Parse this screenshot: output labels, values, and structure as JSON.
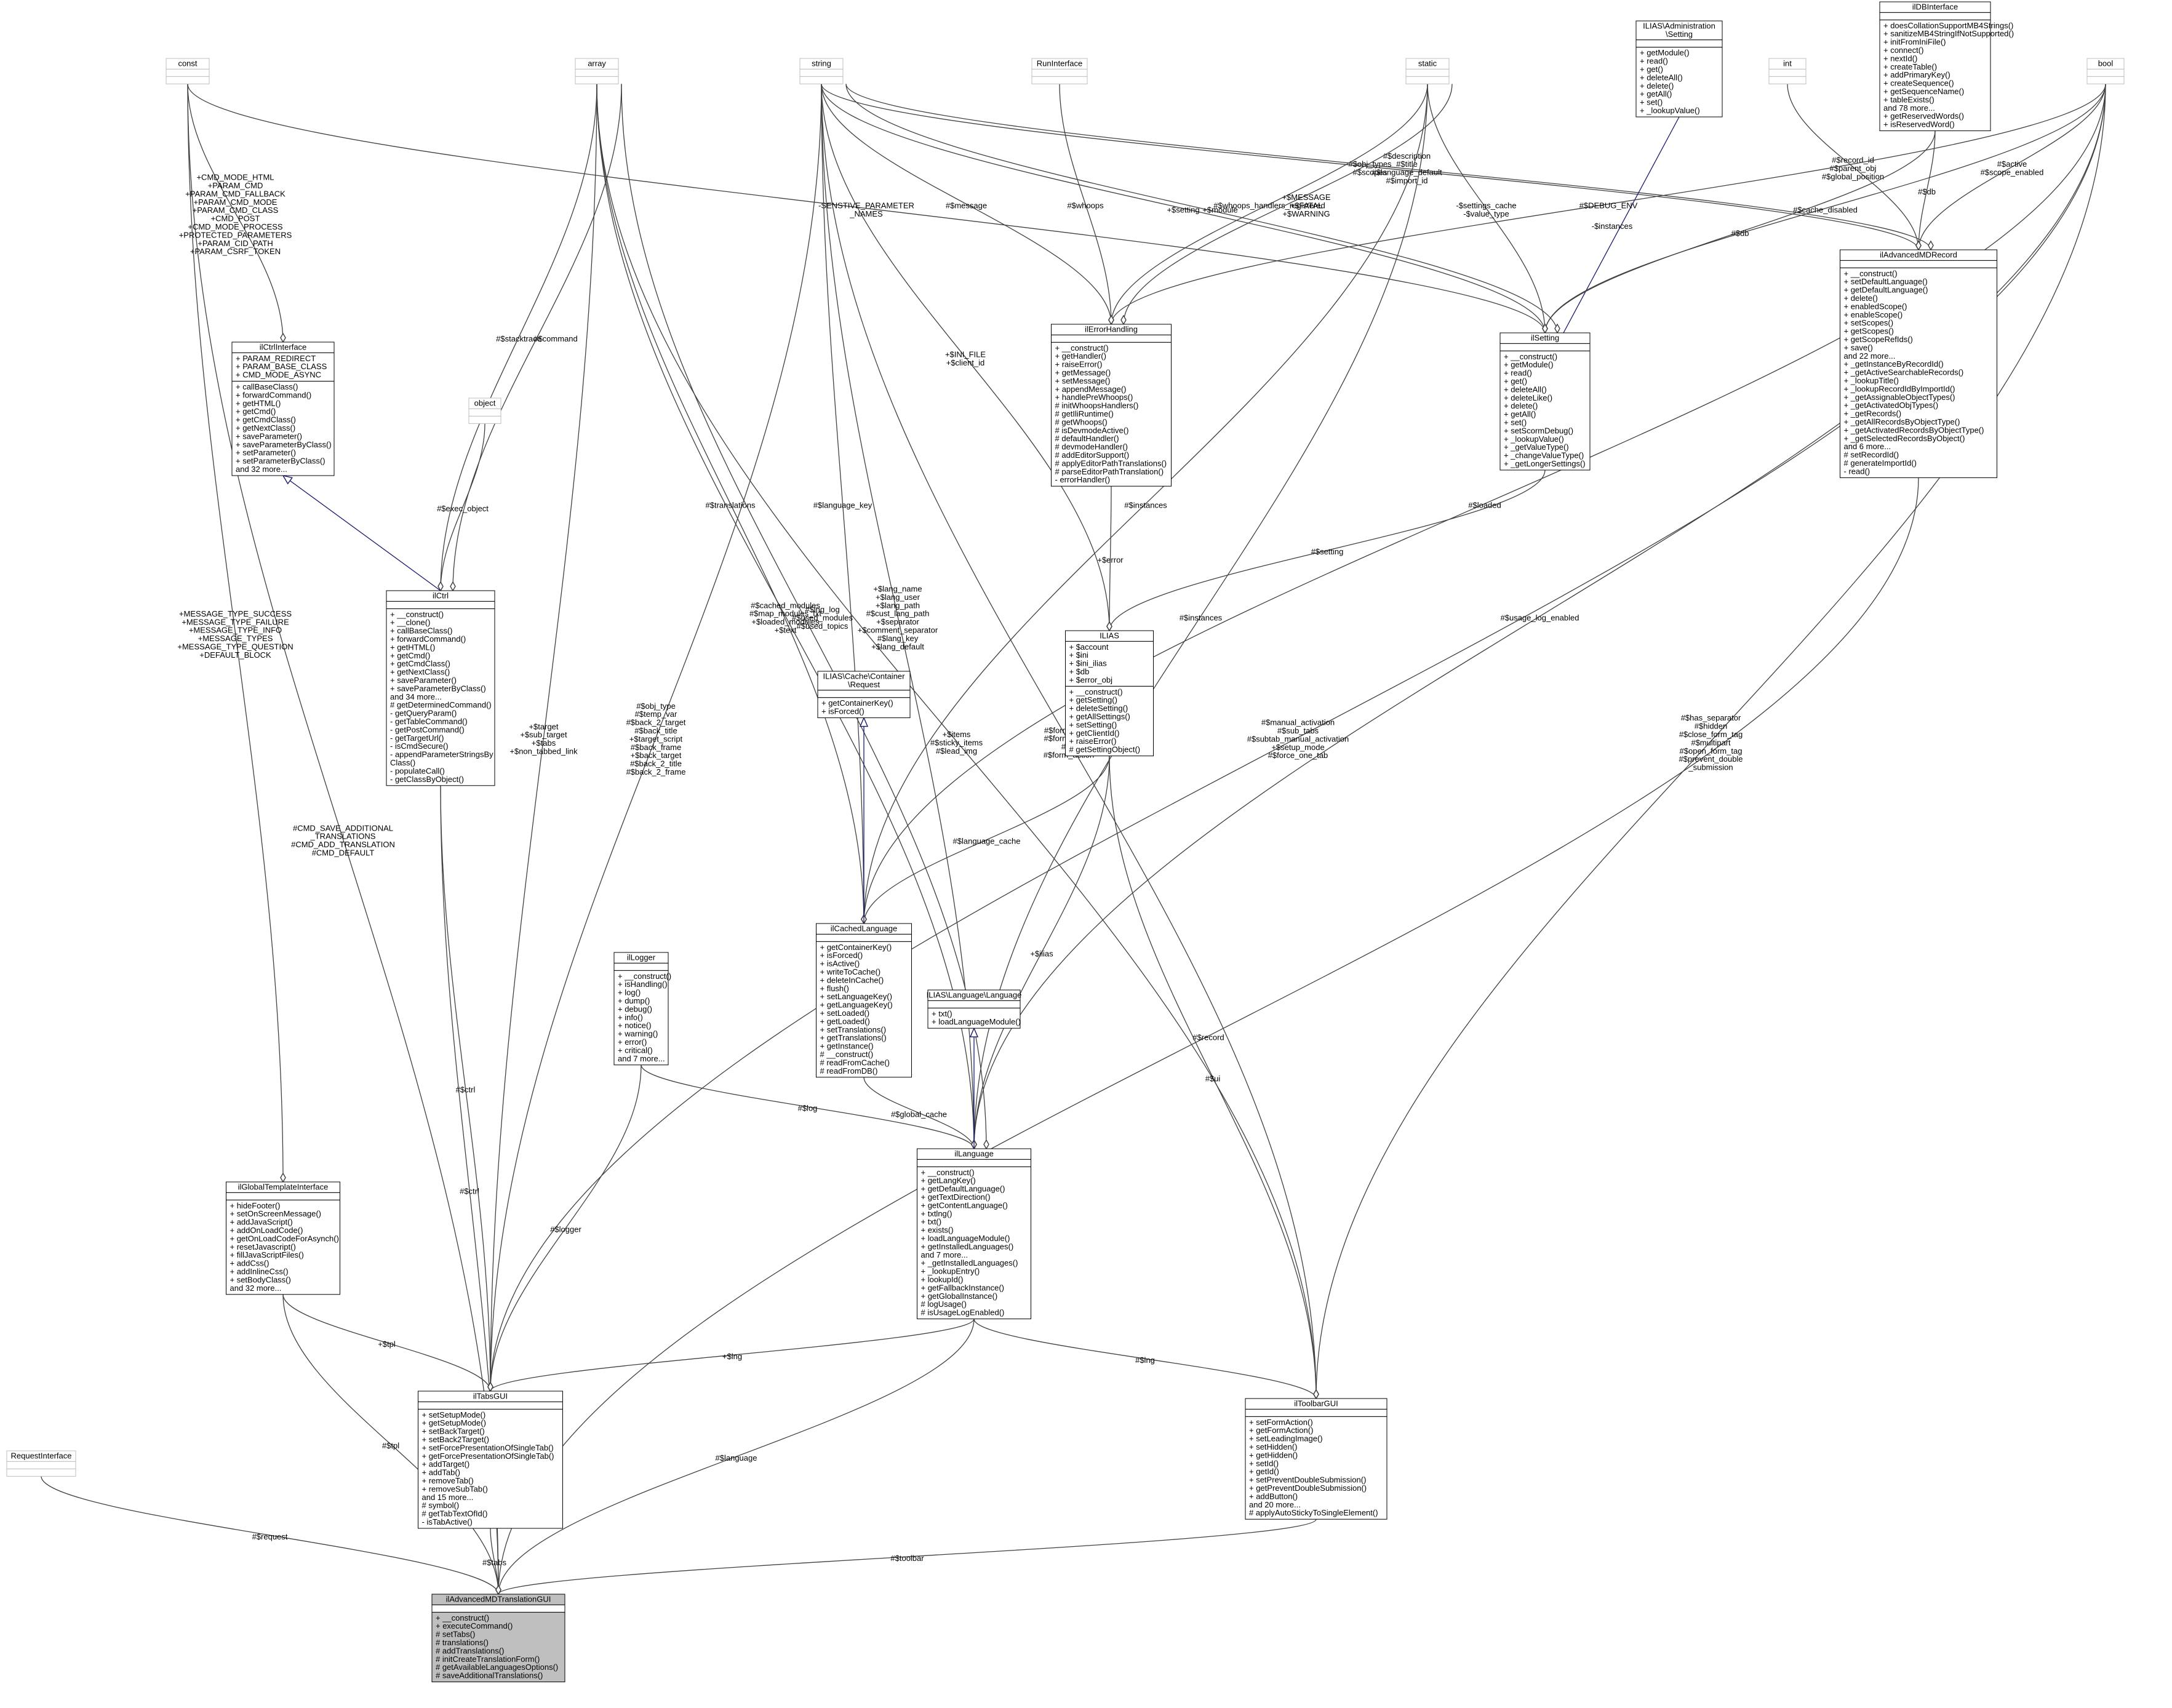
{
  "classes": [
    {
      "id": "const",
      "name": "const",
      "stereotype": true,
      "attrs": [],
      "ops": []
    },
    {
      "id": "array",
      "name": "array",
      "stereotype": true,
      "attrs": [],
      "ops": []
    },
    {
      "id": "string",
      "name": "string",
      "stereotype": true,
      "attrs": [],
      "ops": []
    },
    {
      "id": "runint",
      "name": "RunInterface",
      "stereotype": true,
      "attrs": [],
      "ops": []
    },
    {
      "id": "static",
      "name": "static",
      "stereotype": true,
      "attrs": [],
      "ops": []
    },
    {
      "id": "int",
      "name": "int",
      "stereotype": true,
      "attrs": [],
      "ops": []
    },
    {
      "id": "bool",
      "name": "bool",
      "stereotype": true,
      "attrs": [],
      "ops": []
    },
    {
      "id": "object",
      "name": "object",
      "stereotype": true,
      "attrs": [],
      "ops": []
    },
    {
      "id": "reqint",
      "name": "RequestInterface",
      "stereotype": true,
      "attrs": [],
      "ops": []
    },
    {
      "id": "adminsetting",
      "name": "ILIAS\\Administration\n\\Setting",
      "attrs": [],
      "ops": [
        "+ getModule()",
        "+ read()",
        "+ get()",
        "+ deleteAll()",
        "+ delete()",
        "+ getAll()",
        "+ set()",
        "+ _lookupValue()"
      ]
    },
    {
      "id": "dbint",
      "name": "ilDBInterface",
      "attrs": [],
      "ops": [
        "+ doesCollationSupportMB4Strings()",
        "+ sanitizeMB4StringIfNotSupported()",
        "+ initFromIniFile()",
        "+ connect()",
        "+ nextId()",
        "+ createTable()",
        "+ addPrimaryKey()",
        "+ createSequence()",
        "+ getSequenceName()",
        "+ tableExists()",
        "and 78 more...",
        "+ getReservedWords()",
        "+ isReservedWord()"
      ]
    },
    {
      "id": "ctrlint",
      "name": "ilCtrlInterface",
      "attrs": [
        "+ PARAM_REDIRECT",
        "+ PARAM_BASE_CLASS",
        "+ CMD_MODE_ASYNC"
      ],
      "ops": [
        "+ callBaseClass()",
        "+ forwardCommand()",
        "+ getHTML()",
        "+ getCmd()",
        "+ getCmdClass()",
        "+ getNextClass()",
        "+ saveParameter()",
        "+ saveParameterByClass()",
        "+ setParameter()",
        "+ setParameterByClass()",
        "and 32 more..."
      ]
    },
    {
      "id": "errhand",
      "name": "ilErrorHandling",
      "attrs": [],
      "ops": [
        "+ __construct()",
        "+ getHandler()",
        "+ raiseError()",
        "+ getMessage()",
        "+ setMessage()",
        "+ appendMessage()",
        "+ handlePreWhoops()",
        "# initWhoopsHandlers()",
        "# getIliRuntime()",
        "# getWhoops()",
        "# isDevmodeActive()",
        "# defaultHandler()",
        "# devmodeHandler()",
        "# addEditorSupport()",
        "# applyEditorPathTranslations()",
        "# parseEditorPathTranslation()",
        "- errorHandler()"
      ]
    },
    {
      "id": "setting",
      "name": "ilSetting",
      "attrs": [],
      "ops": [
        "+ __construct()",
        "+ getModule()",
        "+ read()",
        "+ get()",
        "+ deleteAll()",
        "+ deleteLike()",
        "+ delete()",
        "+ getAll()",
        "+ set()",
        "+ setScormDebug()",
        "+ _lookupValue()",
        "+ _getValueType()",
        "+ _changeValueType()",
        "+ _getLongerSettings()"
      ]
    },
    {
      "id": "amdrecord",
      "name": "ilAdvancedMDRecord",
      "attrs": [],
      "ops": [
        "+ __construct()",
        "+ setDefaultLanguage()",
        "+ getDefaultLanguage()",
        "+ delete()",
        "+ enabledScope()",
        "+ enableScope()",
        "+ setScopes()",
        "+ getScopes()",
        "+ getScopeRefIds()",
        "+ save()",
        "and 22 more...",
        "+ _getInstanceByRecordId()",
        "+ _getActiveSearchableRecords()",
        "+ _lookupTitle()",
        "+ _lookupRecordIdByImportId()",
        "+ _getAssignableObjectTypes()",
        "+ _getActivatedObjTypes()",
        "+ _getRecords()",
        "+ _getAllRecordsByObjectType()",
        "+ _getActivatedRecordsByObjectType()",
        "+ _getSelectedRecordsByObject()",
        "and 6 more...",
        "# setRecordId()",
        "# generateImportId()",
        "- read()"
      ]
    },
    {
      "id": "ctrl",
      "name": "ilCtrl",
      "attrs": [],
      "ops": [
        "+ __construct()",
        "+ __clone()",
        "+ callBaseClass()",
        "+ forwardCommand()",
        "+ getHTML()",
        "+ getCmd()",
        "+ getCmdClass()",
        "+ getNextClass()",
        "+ saveParameter()",
        "+ saveParameterByClass()",
        "and 34 more...",
        "# getDeterminedCommand()",
        "- getQueryParam()",
        "- getTableCommand()",
        "- getPostCommand()",
        "- getTargetUrl()",
        "- isCmdSecure()",
        "- appendParameterStringsBy\nClass()",
        "- populateCall()",
        "- getClassByObject()"
      ]
    },
    {
      "id": "ilias",
      "name": "ILIAS",
      "attrs": [
        "+ $account",
        "+ $ini",
        "+ $ini_ilias",
        "+ $db",
        "+ $error_obj"
      ],
      "ops": [
        "+ __construct()",
        "+ getSetting()",
        "+ deleteSetting()",
        "+ getAllSettings()",
        "+ setSetting()",
        "+ getClientId()",
        "+ raiseError()",
        "# getSettingObject()"
      ]
    },
    {
      "id": "cachereq",
      "name": "ILIAS\\Cache\\Container\n\\Request",
      "attrs": [],
      "ops": [
        "+ getContainerKey()",
        "+ isForced()"
      ]
    },
    {
      "id": "cachedlang",
      "name": "ilCachedLanguage",
      "attrs": [],
      "ops": [
        "+ getContainerKey()",
        "+ isForced()",
        "+ isActive()",
        "+ writeToCache()",
        "+ deleteInCache()",
        "+ flush()",
        "+ setLanguageKey()",
        "+ getLanguageKey()",
        "+ setLoaded()",
        "+ getLoaded()",
        "+ setTranslations()",
        "+ getTranslations()",
        "+ getInstance()",
        "# __construct()",
        "# readFromCache()",
        "# readFromDB()"
      ]
    },
    {
      "id": "logger",
      "name": "ilLogger",
      "attrs": [],
      "ops": [
        "+ __construct()",
        "+ isHandling()",
        "+ log()",
        "+ dump()",
        "+ debug()",
        "+ info()",
        "+ notice()",
        "+ warning()",
        "+ error()",
        "+ critical()",
        "and 7 more..."
      ]
    },
    {
      "id": "langint",
      "name": "ILIAS\\Language\\Language",
      "attrs": [],
      "ops": [
        "+ txt()",
        "+ loadLanguageModule()"
      ]
    },
    {
      "id": "lang",
      "name": "ilLanguage",
      "attrs": [],
      "ops": [
        "+ __construct()",
        "+ getLangKey()",
        "+ getDefaultLanguage()",
        "+ getTextDirection()",
        "+ getContentLanguage()",
        "+ txtlng()",
        "+ txt()",
        "+ exists()",
        "+ loadLanguageModule()",
        "+ getInstalledLanguages()",
        "and 7 more...",
        "+ _getInstalledLanguages()",
        "+ _lookupEntry()",
        "+ lookupId()",
        "+ getFallbackInstance()",
        "+ getGlobalInstance()",
        "# logUsage()",
        "# isUsageLogEnabled()"
      ]
    },
    {
      "id": "gtpl",
      "name": "ilGlobalTemplateInterface",
      "attrs": [],
      "ops": [
        "+ hideFooter()",
        "+ setOnScreenMessage()",
        "+ addJavaScript()",
        "+ addOnLoadCode()",
        "+ getOnLoadCodeForAsynch()",
        "+ resetJavascript()",
        "+ fillJavaScriptFiles()",
        "+ addCss()",
        "+ addInlineCss()",
        "+ setBodyClass()",
        "and 32 more..."
      ]
    },
    {
      "id": "tabs",
      "name": "ilTabsGUI",
      "attrs": [],
      "ops": [
        "+ setSetupMode()",
        "+ getSetupMode()",
        "+ setBackTarget()",
        "+ setBack2Target()",
        "+ setForcePresentationOfSingleTab()",
        "+ getForcePresentationOfSingleTab()",
        "+ addTarget()",
        "+ addTab()",
        "+ removeTab()",
        "+ removeSubTab()",
        "and 15 more...",
        "# symbol()",
        "# getTabTextOfId()",
        "- isTabActive()"
      ]
    },
    {
      "id": "toolbar",
      "name": "ilToolbarGUI",
      "attrs": [],
      "ops": [
        "+ setFormAction()",
        "+ getFormAction()",
        "+ setLeadingImage()",
        "+ setHidden()",
        "+ getHidden()",
        "+ setId()",
        "+ getId()",
        "+ setPreventDoubleSubmission()",
        "+ getPreventDoubleSubmission()",
        "+ addButton()",
        "and 20 more...",
        "# applyAutoStickyToSingleElement()"
      ]
    },
    {
      "id": "main",
      "name": "ilAdvancedMDTranslationGUI",
      "attrs": [],
      "ops": [
        "+ __construct()",
        "+ executeCommand()",
        "# setTabs()",
        "# translations()",
        "# addTranslations()",
        "# initCreateTranslationForm()",
        "# getAvailableLanguagesOptions()",
        "# saveAdditionalTranslations()"
      ]
    }
  ],
  "relations": [
    {
      "from": "reqint",
      "to": "main",
      "label": "#$request"
    },
    {
      "from": "const",
      "to": "main",
      "label": "#CMD_SAVE_ADDITIONAL\n_TRANSLATIONS\n#CMD_ADD_TRANSLATION\n#CMD_DEFAULT"
    },
    {
      "from": "gtpl",
      "to": "main",
      "label": "#$tpl"
    },
    {
      "from": "ctrl",
      "to": "main",
      "label": "#$ctrl"
    },
    {
      "from": "tabs",
      "to": "main",
      "label": "#$tabs"
    },
    {
      "from": "lang",
      "to": "main",
      "label": "#$language"
    },
    {
      "from": "toolbar",
      "to": "main",
      "label": "#$toolbar"
    },
    {
      "from": "amdrecord",
      "to": "main",
      "label": "#$record"
    },
    {
      "from": "const",
      "to": "ctrlint",
      "label": "+CMD_MODE_HTML\n+PARAM_CMD\n+PARAM_CMD_FALLBACK\n+PARAM_CMD_MODE\n+PARAM_CMD_CLASS\n+CMD_POST\n+CMD_MODE_PROCESS\n+PROTECTED_PARAMETERS\n+PARAM_CID_PATH\n+PARAM_CSRF_TOKEN"
    },
    {
      "from": "const",
      "to": "gtpl",
      "label": "+MESSAGE_TYPE_SUCCESS\n+MESSAGE_TYPE_FAILURE\n+MESSAGE_TYPE_INFO\n+MESSAGE_TYPES\n+MESSAGE_TYPE_QUESTION\n+DEFAULT_BLOCK"
    },
    {
      "from": "const",
      "to": "setting",
      "label": "-SENSTIVE_PARAMETER\n_NAMES"
    },
    {
      "from": "array",
      "to": "ctrl",
      "label": "#$stacktrace"
    },
    {
      "from": "array",
      "to": "ctrl",
      "label": "#$command"
    },
    {
      "from": "object",
      "to": "ctrl",
      "label": "#$exec_object"
    },
    {
      "from": "array",
      "to": "tabs",
      "label": "+$target\n+$sub_target\n+$tabs\n+$non_tabbed_link"
    },
    {
      "from": "string",
      "to": "tabs",
      "label": "#$obj_type\n#$temp_var\n#$back_2_target\n#$back_title\n+$target_script\n#$back_frame\n+$back_target\n#$back_2_title\n#$back_2_frame"
    },
    {
      "from": "array",
      "to": "toolbar",
      "label": "+$items\n#$sticky_items\n#$lead_img"
    },
    {
      "from": "array",
      "to": "cachedlang",
      "label": "#$translations"
    },
    {
      "from": "string",
      "to": "cachedlang",
      "label": "#$language_key"
    },
    {
      "from": "array",
      "to": "lang",
      "label": "#$cached_modules\n#$map_modules_txt\n+$loaded_modules\n+$text"
    },
    {
      "from": "string",
      "to": "lang",
      "label": "+$lang_name\n+$lang_user\n+$lang_path\n#$cust_lang_path\n+$separator\n+$comment_separator\n#$lang_key\n+$lang_default"
    },
    {
      "from": "string",
      "to": "ilias",
      "label": "+$INI_FILE\n+$client_id"
    },
    {
      "from": "string",
      "to": "setting",
      "label": "+$setting"
    },
    {
      "from": "string",
      "to": "errhand",
      "label": "#$message"
    },
    {
      "from": "runint",
      "to": "errhand",
      "label": "#$whoops"
    },
    {
      "from": "static",
      "to": "errhand",
      "label": "#$whoops_handlers_registered"
    },
    {
      "from": "string",
      "to": "setting",
      "label": "+$module"
    },
    {
      "from": "string",
      "to": "amdrecord",
      "label": "#$obj_types\n#$scopes"
    },
    {
      "from": "string",
      "to": "amdrecord",
      "label": "#$description\n#$title\n#$language_default\n#$import_id"
    },
    {
      "from": "static",
      "to": "errhand",
      "label": "+$MESSAGE\n+$FATAL\n+$WARNING"
    },
    {
      "from": "static",
      "to": "setting",
      "label": "-$settings_cache\n-$value_type"
    },
    {
      "from": "adminsetting",
      "to": "setting",
      "label": "-$instances"
    },
    {
      "from": "int",
      "to": "amdrecord",
      "label": "#$record_id\n#$parent_obj\n#$global_position"
    },
    {
      "from": "dbint",
      "to": "setting",
      "label": "#$db"
    },
    {
      "from": "dbint",
      "to": "amdrecord",
      "label": "#$db"
    },
    {
      "from": "bool",
      "to": "errhand",
      "label": "#$DEBUG_ENV"
    },
    {
      "from": "bool",
      "to": "setting",
      "label": "#$cache_disabled"
    },
    {
      "from": "bool",
      "to": "amdrecord",
      "label": "#$active\n#$scope_enabled"
    },
    {
      "from": "bool",
      "to": "cachedlang",
      "label": "#$loaded"
    },
    {
      "from": "static",
      "to": "cachedlang",
      "label": "#$instances"
    },
    {
      "from": "errhand",
      "to": "ilias",
      "label": "+$error"
    },
    {
      "from": "setting",
      "to": "ilias",
      "label": "#$setting"
    },
    {
      "from": "ilias",
      "to": "cachedlang",
      "label": "#$language_cache"
    },
    {
      "from": "cachedlang",
      "to": "lang",
      "label": "#$global_cache"
    },
    {
      "from": "ilias",
      "to": "lang",
      "label": "+$ilias"
    },
    {
      "from": "logger",
      "to": "lang",
      "label": "#$log"
    },
    {
      "from": "lang",
      "to": "tabs",
      "label": "+$lng"
    },
    {
      "from": "lang",
      "to": "toolbar",
      "label": "#$lng"
    },
    {
      "from": "bool",
      "to": "lang",
      "label": "#$usage_log_enabled"
    },
    {
      "from": "array",
      "to": "lang",
      "label": "#$lng_log\n#$used_modules\n#$used_topics"
    },
    {
      "from": "static",
      "to": "lang",
      "label": "#$instances"
    },
    {
      "from": "bool",
      "to": "tabs",
      "label": "#$manual_activation\n#$sub_tabs\n#$subtab_manual_activation\n+$setup_mode\n#$force_one_tab"
    },
    {
      "from": "ilias",
      "to": "toolbar",
      "label": "#$ui"
    },
    {
      "from": "string",
      "to": "toolbar",
      "label": "#$form_name\n#$form_target\n#$id\n#$form_action"
    },
    {
      "from": "bool",
      "to": "toolbar",
      "label": "#$has_separator\n#$hidden\n#$close_form_tag\n#$multipart\n#$open_form_tag\n#$prevent_double\n_submission"
    },
    {
      "from": "gtpl",
      "to": "tabs",
      "label": "+$tpl"
    },
    {
      "from": "ctrl",
      "to": "tabs",
      "label": "#$ctrl"
    },
    {
      "from": "logger",
      "to": "tabs",
      "label": "#$logger"
    },
    {
      "from": "ctrlint",
      "to": "ctrl",
      "label": ""
    },
    {
      "from": "cachereq",
      "to": "cachedlang",
      "label": ""
    },
    {
      "from": "langint",
      "to": "lang",
      "label": ""
    }
  ]
}
